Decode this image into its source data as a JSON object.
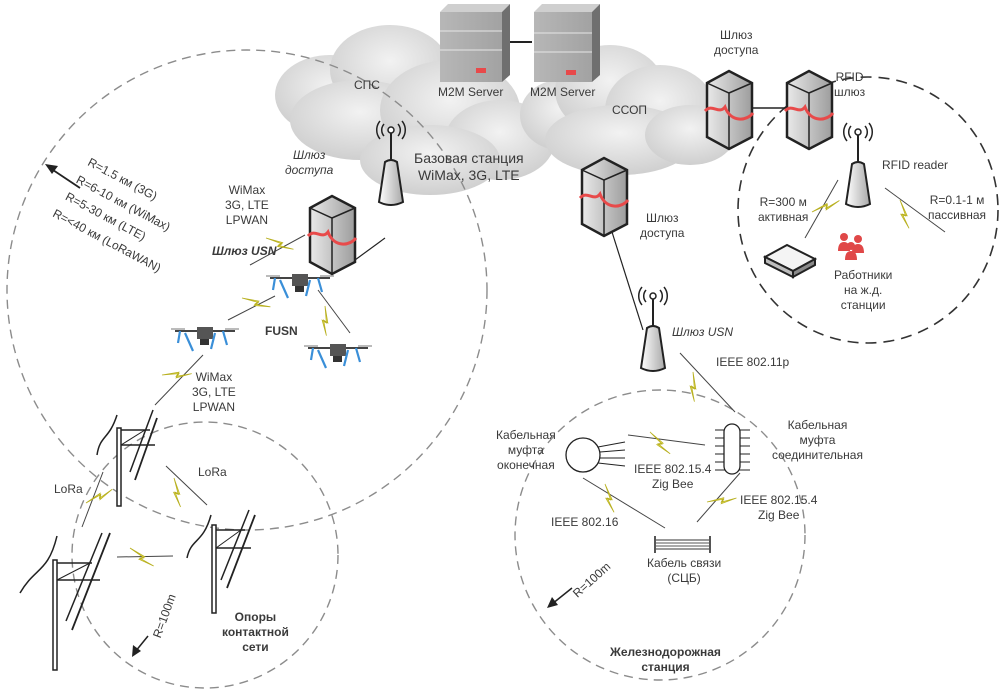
{
  "clouds": {
    "sps": "СПС",
    "ssop": "ССОП"
  },
  "servers": [
    {
      "label": "M2M Server"
    },
    {
      "label": "M2M Server"
    }
  ],
  "base_station": {
    "line1": "Базовая станция",
    "line2": "WiMax, 3G, LTE"
  },
  "left_gateway": {
    "access_line1": "Шлюз",
    "access_line2": "доступа",
    "tech_line1": "WiMax",
    "tech_line2": "3G, LTE",
    "tech_line3": "LPWAN",
    "usn": "Шлюз USN"
  },
  "radius_left": [
    "R=1.5 км (3G)",
    "R=6-10 км (WiMax)",
    "R=5-30 км (LTE)",
    "R=<40 км (LoRaWAN)"
  ],
  "fusn": {
    "label": "FUSN",
    "tech_line1": "WiMax",
    "tech_line2": "3G, LTE",
    "tech_line3": "LPWAN"
  },
  "poles": {
    "lora_left": "LoRa",
    "lora_right": "LoRa",
    "radius": "R=100m",
    "title_line1": "Опоры",
    "title_line2": "контактной",
    "title_line3": "сети"
  },
  "right_top": {
    "access_gateway_line1": "Шлюз",
    "access_gateway_line2": "доступа",
    "rfid_gateway_line1": "RFID",
    "rfid_gateway_line2": "шлюз",
    "rfid_reader": "RFID reader",
    "active_line1": "R=300 м",
    "active_line2": "активная",
    "passive_line1": "R=0.1-1 м",
    "passive_line2": "пассивная",
    "workers_line1": "Работники",
    "workers_line2": "на ж.д.",
    "workers_line3": "станции"
  },
  "middle_gateway": {
    "line1": "Шлюз",
    "line2": "доступа",
    "usn": "Шлюз USN",
    "ieee": "IEEE 802.11p"
  },
  "station": {
    "end_coupling_line1": "Кабельная",
    "end_coupling_line2": "муфта",
    "end_coupling_line3": "оконечная",
    "joint_coupling_line1": "Кабельная",
    "joint_coupling_line2": "муфта",
    "joint_coupling_line3": "соединительная",
    "zigbee1_line1": "IEEE 802.15.4",
    "zigbee1_line2": "Zig Bee",
    "zigbee2_line1": "IEEE 802.15.4",
    "zigbee2_line2": "Zig Bee",
    "ieee16": "IEEE 802.16",
    "cable_line1": "Кабель связи",
    "cable_line2": "(СЦБ)",
    "radius": "R=100m",
    "title_line1": "Железнодорожная",
    "title_line2": "станция"
  },
  "colors": {
    "lightning": "#f5f06a",
    "lightning_stroke": "#b8b020",
    "cloud": "#d9d9d9",
    "server": "#a9a9a9",
    "server_led": "#e8494a",
    "gateway_arrow": "#e84a4a",
    "drone_legs": "#3a8fd8",
    "worker": "#e04848",
    "dash": "#8c8c8c"
  }
}
